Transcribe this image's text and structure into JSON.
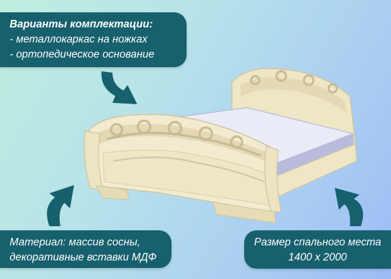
{
  "callouts": {
    "kit": {
      "heading": "Варианты комплектации:",
      "items": [
        "- металлокаркас на ножках",
        "- ортопедическое основание"
      ]
    },
    "material": {
      "lines": [
        "Материал: массив сосны,",
        "декоративные вставки МДФ"
      ]
    },
    "size": {
      "lines": [
        "Размер спального места",
        "1400 х 2000"
      ]
    }
  },
  "colors": {
    "callout_bg": "#17606e",
    "arrow": "#17606e",
    "bed_wood": "#f2ebcf",
    "mattress": "#c9cbe6"
  },
  "icons": [
    "curved-arrow-icon",
    "curved-arrow-icon",
    "curved-arrow-icon"
  ]
}
